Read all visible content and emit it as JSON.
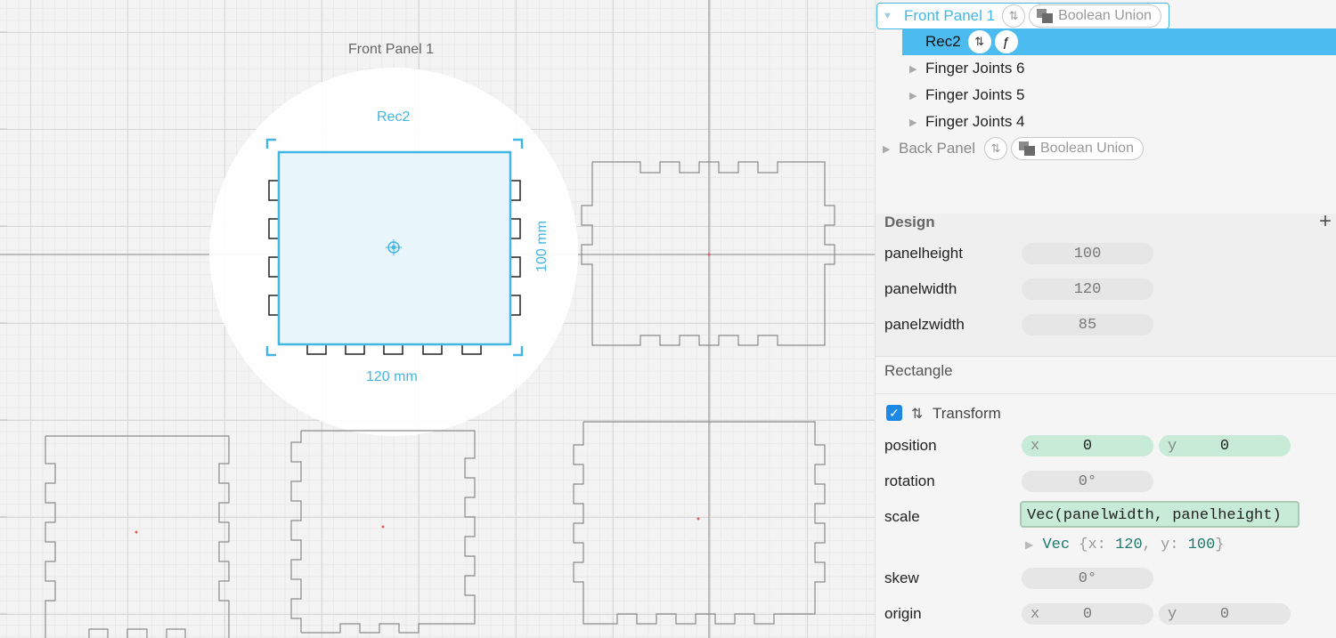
{
  "canvas": {
    "group_label": "Front Panel 1",
    "selected_label": "Rec2",
    "width_dim": "120 mm",
    "height_dim": "100 mm"
  },
  "tree": {
    "items": [
      {
        "label": "Front Panel 1",
        "badge": "Boolean Union"
      },
      {
        "label": "Rec2"
      },
      {
        "label": "Finger Joints 6"
      },
      {
        "label": "Finger Joints 5"
      },
      {
        "label": "Finger Joints 4"
      },
      {
        "label": "Back Panel",
        "badge": "Boolean Union"
      }
    ]
  },
  "design": {
    "title": "Design",
    "add": "+",
    "params": [
      {
        "name": "panelheight",
        "value": "100"
      },
      {
        "name": "panelwidth",
        "value": "120"
      },
      {
        "name": "panelzwidth",
        "value": "85"
      }
    ]
  },
  "rectangle": {
    "title": "Rectangle"
  },
  "transform": {
    "title": "Transform",
    "enabled": true,
    "position": {
      "label": "position",
      "x_label": "x",
      "x": "0",
      "y_label": "y",
      "y": "0"
    },
    "rotation": {
      "label": "rotation",
      "value": "0°"
    },
    "scale": {
      "label": "scale",
      "expr": "Vec(panelwidth, panelheight)",
      "result_type": "Vec",
      "result_open": "{x:",
      "result_x": "120",
      "result_mid": ", y:",
      "result_y": "100",
      "result_close": "}"
    },
    "skew": {
      "label": "skew",
      "value": "0°"
    },
    "origin": {
      "label": "origin",
      "x_label": "x",
      "x": "0",
      "y_label": "y",
      "y": "0"
    }
  },
  "colors": {
    "accent": "#44b6e3",
    "selection": "#4cbcf0",
    "green_field": "#c7ebd6",
    "red_dot": "#e06060"
  }
}
